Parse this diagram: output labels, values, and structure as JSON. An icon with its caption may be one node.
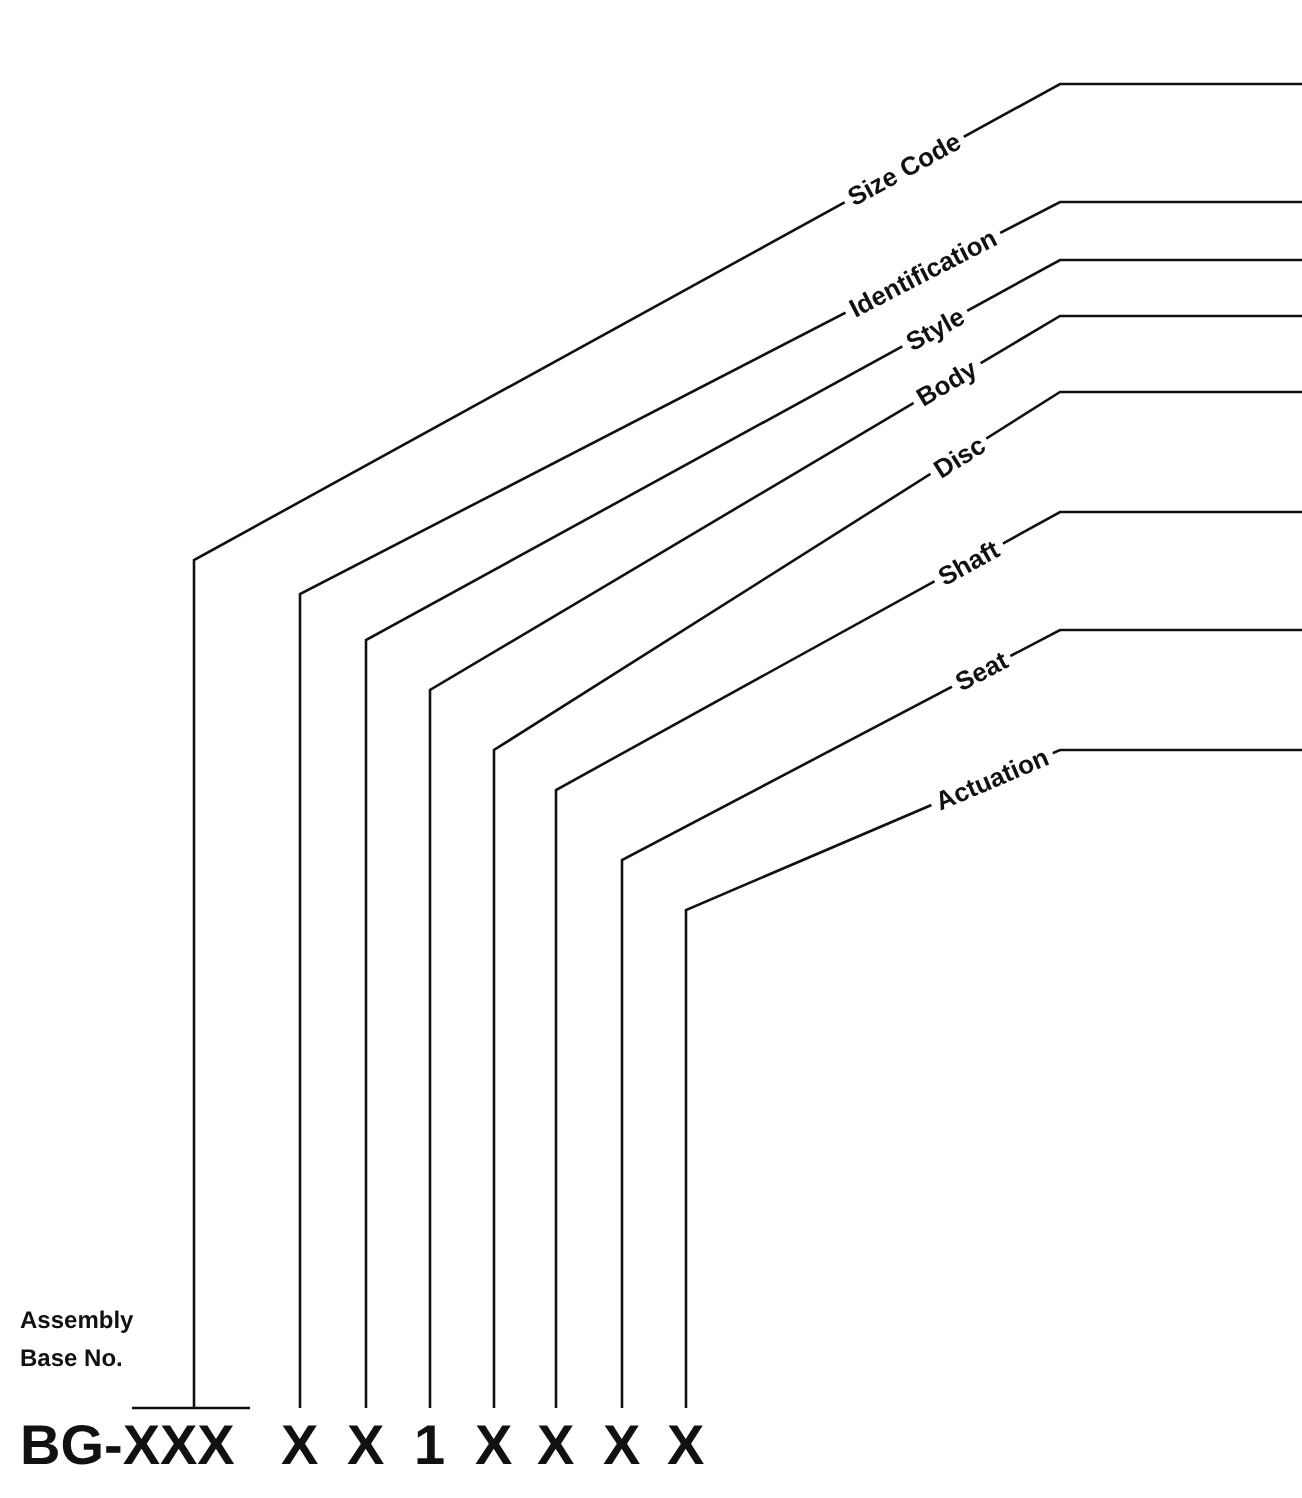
{
  "diagram": {
    "nodes": [
      {
        "text": [
          "BG-XXX"
        ]
      },
      {
        "text": [
          "X"
        ]
      },
      {
        "text": [
          "X"
        ]
      },
      {
        "text": [
          "1"
        ]
      },
      {
        "text": [
          "X"
        ]
      },
      {
        "text": [
          "X"
        ]
      },
      {
        "text": [
          "X"
        ]
      },
      {
        "text": [
          "X"
        ]
      }
    ],
    "edges": [
      {
        "from": 0,
        "to": null,
        "arrow": "none",
        "label": "Size Code"
      },
      {
        "from": 1,
        "to": null,
        "arrow": "none",
        "label": "Identification"
      },
      {
        "from": 2,
        "to": null,
        "arrow": "none",
        "label": "Style"
      },
      {
        "from": 3,
        "to": null,
        "arrow": "none",
        "label": "Body"
      },
      {
        "from": 4,
        "to": null,
        "arrow": "none",
        "label": "Disc"
      },
      {
        "from": 5,
        "to": null,
        "arrow": "none",
        "label": "Shaft"
      },
      {
        "from": 6,
        "to": null,
        "arrow": "none",
        "label": "Seat"
      },
      {
        "from": 7,
        "to": null,
        "arrow": "none",
        "label": "Actuation"
      }
    ],
    "labels": [
      "Assembly Base No."
    ]
  }
}
